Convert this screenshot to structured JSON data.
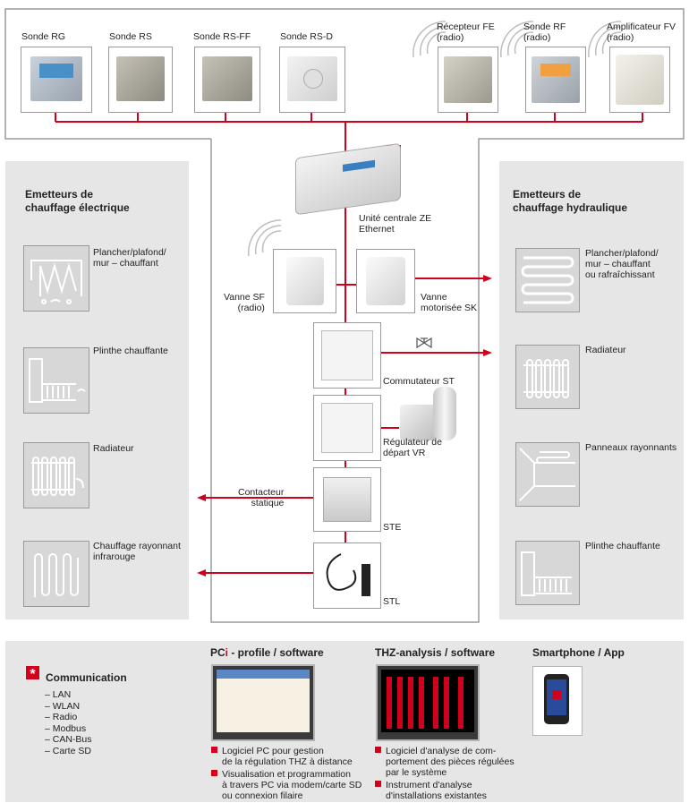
{
  "sensors": [
    {
      "label": "Sonde RG"
    },
    {
      "label": "Sonde RS"
    },
    {
      "label": "Sonde RS-FF"
    },
    {
      "label": "Sonde RS-D"
    },
    {
      "label": "Récepteur FE\n(radio)"
    },
    {
      "label": "Sonde RF\n(radio)"
    },
    {
      "label": "Amplificateur FV\n(radio)"
    }
  ],
  "central": {
    "label": "Unité centrale ZE\nEthernet",
    "star": "*"
  },
  "left_panel": {
    "title": "Emetteurs de\nchauffage électrique",
    "items": [
      {
        "label": "Plancher/plafond/\nmur – chauffant",
        "icon": "floor-heating-electric-icon"
      },
      {
        "label": "Plinthe chauffante",
        "icon": "baseboard-heater-icon"
      },
      {
        "label": "Radiateur",
        "icon": "electric-radiator-icon"
      },
      {
        "label": "Chauffage rayonnant\ninfrarouge",
        "icon": "infrared-heating-icon"
      }
    ]
  },
  "right_panel": {
    "title": "Emetteurs de\nchauffage hydraulique",
    "items": [
      {
        "label": "Plancher/plafond/\nmur – chauffant\nou rafraîchissant",
        "icon": "floor-heating-hydraulic-icon"
      },
      {
        "label": "Radiateur",
        "icon": "hydraulic-radiator-icon"
      },
      {
        "label": "Panneaux rayonnants",
        "icon": "radiant-panel-icon"
      },
      {
        "label": "Plinthe chauffante",
        "icon": "hydraulic-baseboard-icon"
      }
    ]
  },
  "devices": {
    "vanne_sf": "Vanne SF\n(radio)",
    "vanne_sk": "Vanne\nmotorisée SK",
    "commutateur": "Commutateur ST",
    "regulateur": "Régulateur de\ndépart VR",
    "contacteur": "Contacteur\nstatique",
    "ste": "STE",
    "stl": "STL"
  },
  "footer": {
    "communication": {
      "title": "Communication",
      "items": [
        "– LAN",
        "– WLAN",
        "– Radio",
        "– Modbus",
        "– CAN-Bus",
        "– Carte SD"
      ]
    },
    "pci": {
      "title_prefix": "PC",
      "title_accent": "i",
      "title_rest": " - profile / software",
      "bullets": [
        "Logiciel PC pour gestion\nde la régulation THZ à distance",
        "Visualisation et programmation\nà travers PC via modem/carte SD\nou connexion filaire"
      ]
    },
    "thz": {
      "title": "THZ-analysis / software",
      "bullets": [
        "Logiciel d'analyse de com-\nportement des pièces régulées\npar le système",
        "Instrument d'analyse\nd'installations existantes"
      ]
    },
    "smartphone": {
      "title": "Smartphone / App"
    }
  },
  "colors": {
    "accent": "#d0021b",
    "panel": "#e6e6e6",
    "frame": "#9a9a9a"
  }
}
